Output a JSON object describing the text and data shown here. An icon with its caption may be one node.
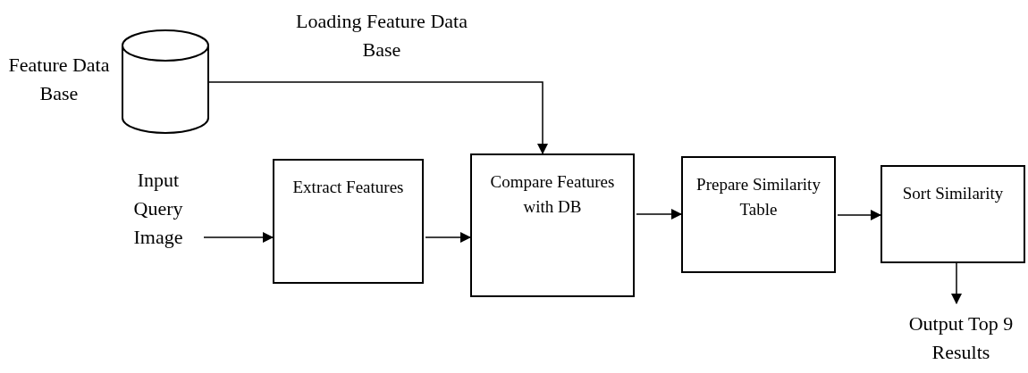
{
  "diagram": {
    "nodes": [
      {
        "text": [],
        "shape": "cylinder",
        "beside": [
          "Feature Data Base"
        ]
      },
      {
        "text": [
          "Input Query Image"
        ]
      },
      {
        "text": [
          "Extract Features"
        ]
      },
      {
        "text": [
          "Compare Features with DB"
        ]
      },
      {
        "text": [
          "Prepare Similarity Table"
        ]
      },
      {
        "text": [
          "Sort Similarity"
        ]
      },
      {
        "text": [
          "Output Top 9 Results"
        ]
      }
    ],
    "edges": [
      {
        "from": 0,
        "to": 3,
        "arrow": "to",
        "label": "Loading Feature Data Base"
      },
      {
        "from": 1,
        "to": 2,
        "arrow": "to"
      },
      {
        "from": 2,
        "to": 3,
        "arrow": "to"
      },
      {
        "from": 3,
        "to": 4,
        "arrow": "to"
      },
      {
        "from": 4,
        "to": 5,
        "arrow": "to"
      },
      {
        "from": 5,
        "to": 6,
        "arrow": "to"
      }
    ]
  }
}
